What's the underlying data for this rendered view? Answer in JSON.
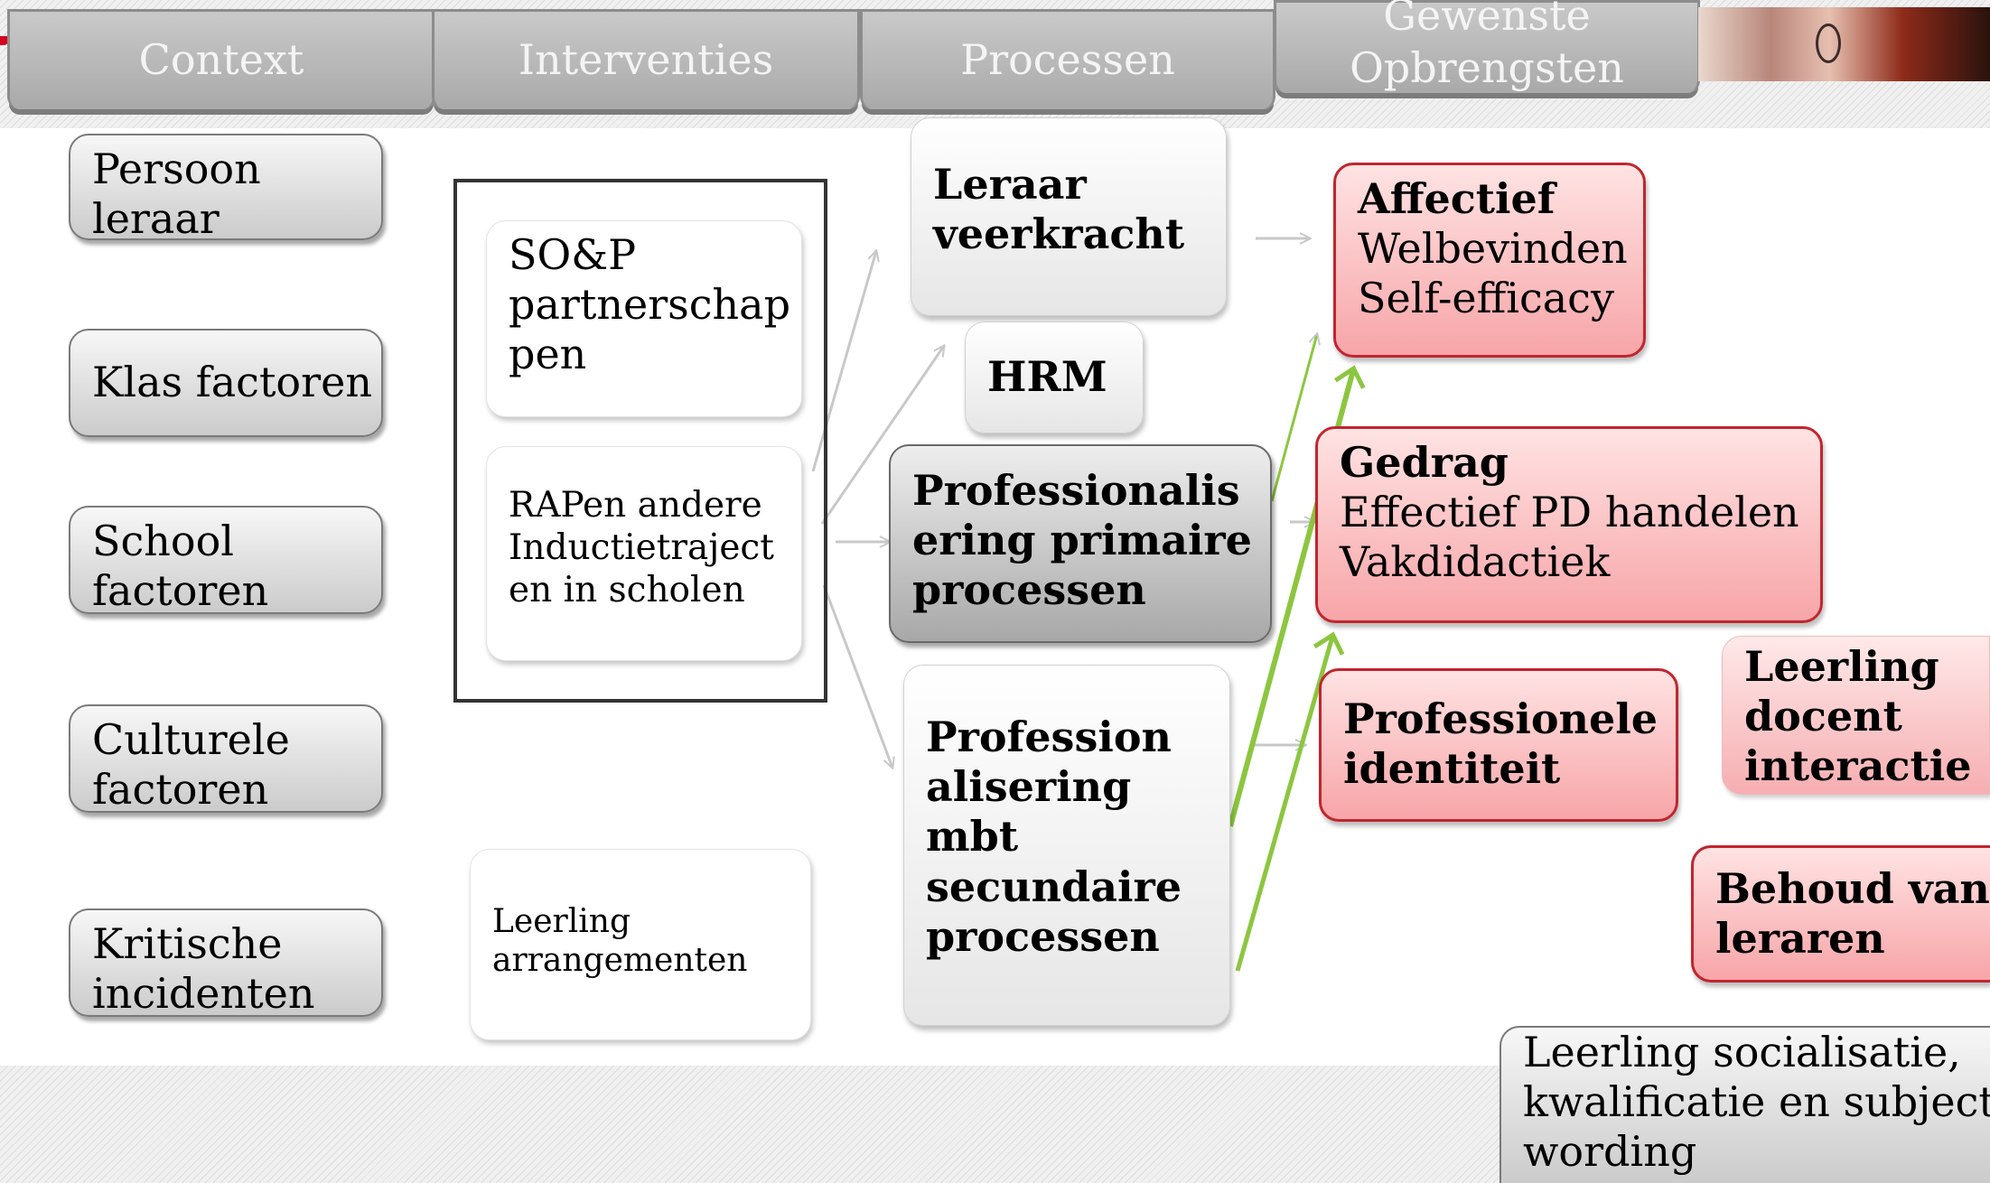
{
  "header": {
    "tabs": [
      {
        "lines": [
          "Context"
        ]
      },
      {
        "lines": [
          "Interventies"
        ]
      },
      {
        "lines": [
          "Processen"
        ]
      },
      {
        "lines": [
          "Gewenste",
          "Opbrengsten"
        ]
      }
    ]
  },
  "context": [
    {
      "lines": [
        "Persoon",
        "leraar"
      ]
    },
    {
      "lines": [
        "Klas factoren"
      ]
    },
    {
      "lines": [
        "School",
        "factoren"
      ]
    },
    {
      "lines": [
        "Culturele",
        "factoren"
      ]
    },
    {
      "lines": [
        "Kritische",
        "incidenten"
      ]
    }
  ],
  "interventions": {
    "sop": {
      "lines": [
        "SO&P",
        "partnerschap",
        "pen"
      ]
    },
    "rap": {
      "lines": [
        "RAPen andere",
        "Inductietraject",
        "en in scholen"
      ]
    },
    "leerling": {
      "lines": [
        "Leerling",
        "arrangementen"
      ]
    }
  },
  "processes": {
    "veerkracht": {
      "lines": [
        "Leraar",
        "veerkracht"
      ]
    },
    "hrm": {
      "lines": [
        "HRM"
      ]
    },
    "primair": {
      "lines": [
        "Professionalis",
        "ering primaire",
        "processen"
      ]
    },
    "secundair": {
      "lines": [
        "Profession",
        "alisering",
        "mbt",
        "secundaire",
        "processen"
      ]
    }
  },
  "outcomes": {
    "affectief": {
      "title": "Affectief",
      "items": [
        "Welbevinden",
        "Self-efficacy"
      ]
    },
    "gedrag": {
      "title": "Gedrag",
      "items": [
        "Effectief PD handelen",
        "Vakdidactiek"
      ]
    },
    "identiteit": {
      "lines": [
        "Professionele",
        "identiteit"
      ]
    },
    "interactie": {
      "lines": [
        "Leerling",
        "docent",
        "interactie"
      ]
    },
    "behoud": {
      "lines": [
        "Behoud van",
        "leraren"
      ]
    },
    "socialisatie": {
      "lines": [
        "Leerling socialisatie,",
        "kwalificatie en subject",
        "wording"
      ]
    }
  },
  "colors": {
    "tab_grey": "#b5b5b5",
    "outcome_border": "#c0262e",
    "outcome_fill": "#f7a5a8",
    "growth_arrow": "#8cc63f",
    "thin_arrow": "#c8c8c8"
  }
}
